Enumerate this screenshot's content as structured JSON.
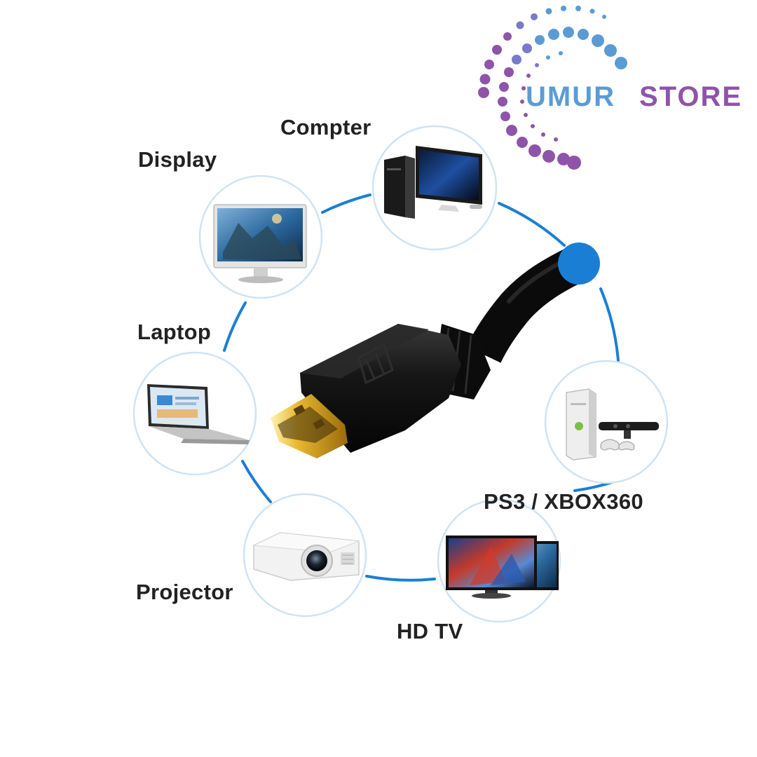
{
  "brand": {
    "word1": "UMUR",
    "word2": "STORE",
    "color_blue": "#5b9bd5",
    "color_purple": "#8e54a9"
  },
  "devices": [
    {
      "label": "Compter",
      "icon": "computer-icon"
    },
    {
      "label": "Display",
      "icon": "monitor-icon"
    },
    {
      "label": "Laptop",
      "icon": "laptop-icon"
    },
    {
      "label": "Projector",
      "icon": "projector-icon"
    },
    {
      "label": "HD TV",
      "icon": "tv-icon"
    },
    {
      "label": "PS3 / XBOX360",
      "icon": "console-icon"
    }
  ],
  "center": {
    "icon": "hdmi-plug-icon"
  },
  "colors": {
    "ring": "#1a7fd4",
    "node": "#1a7fd4",
    "cable": "#111111",
    "plug": "#d9a520",
    "label": "#222222"
  }
}
